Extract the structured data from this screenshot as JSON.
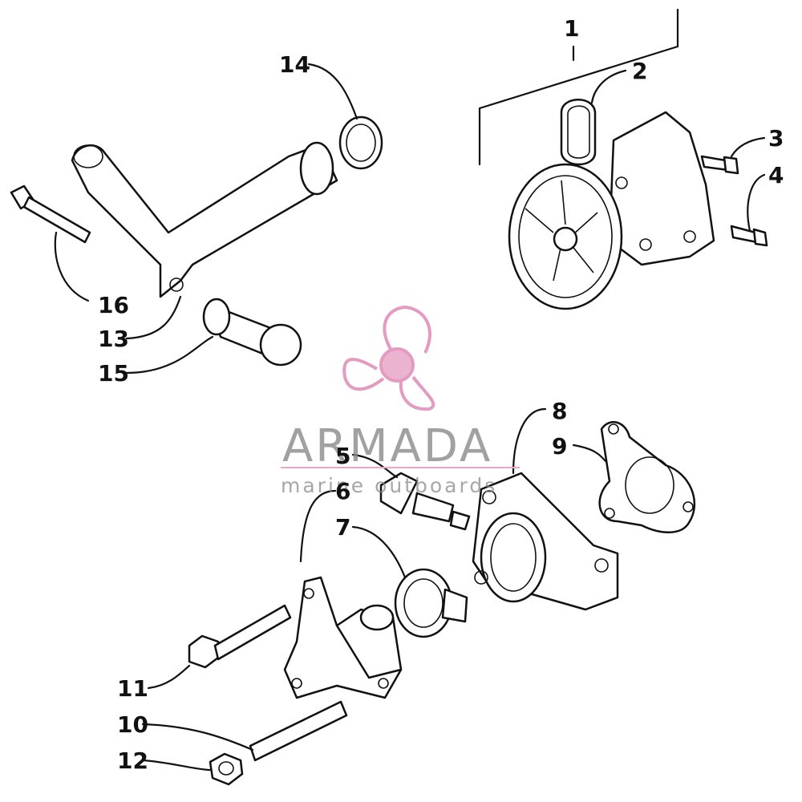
{
  "watermark": {
    "brand": "ARMADA",
    "tagline": "marine outboards",
    "colors": {
      "text": "#8a8a8a",
      "accent": "#e9a6c9",
      "logo": "#e08ab8"
    }
  },
  "callouts": {
    "c1": "1",
    "c2": "2",
    "c3": "3",
    "c4": "4",
    "c5": "5",
    "c6": "6",
    "c7": "7",
    "c8": "8",
    "c9": "9",
    "c10": "10",
    "c11": "11",
    "c12": "12",
    "c13": "13",
    "c14": "14",
    "c15": "15",
    "c16": "16"
  }
}
